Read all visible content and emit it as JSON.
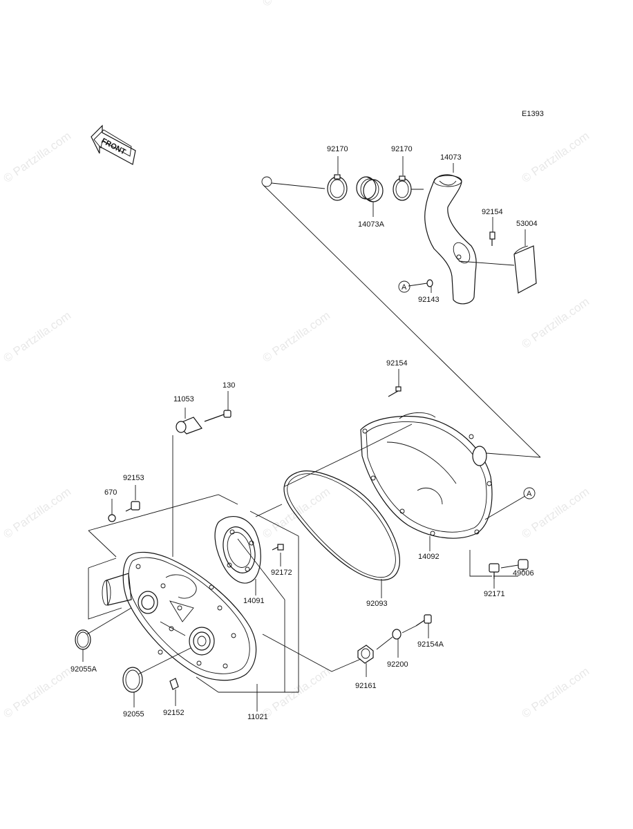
{
  "diagram_code": "E1393",
  "front_arrow_text": "FRONT",
  "watermark_text": "© Partzilla.com",
  "callout_letter": "A",
  "part_labels": {
    "p92170_left": "92170",
    "p92170_right": "92170",
    "p14073": "14073",
    "p14073A": "14073A",
    "p92154_top": "92154",
    "p53004": "53004",
    "p92143": "92143",
    "p92154_mid": "92154",
    "p130": "130",
    "p11053": "11053",
    "p92153": "92153",
    "p670": "670",
    "p92172": "92172",
    "p14091": "14091",
    "p14092": "14092",
    "p92093": "92093",
    "p49006": "49006",
    "p92171": "92171",
    "p92154A": "92154A",
    "p92200": "92200",
    "p92161": "92161",
    "p92055A": "92055A",
    "p92055": "92055",
    "p92152": "92152",
    "p11021": "11021"
  }
}
